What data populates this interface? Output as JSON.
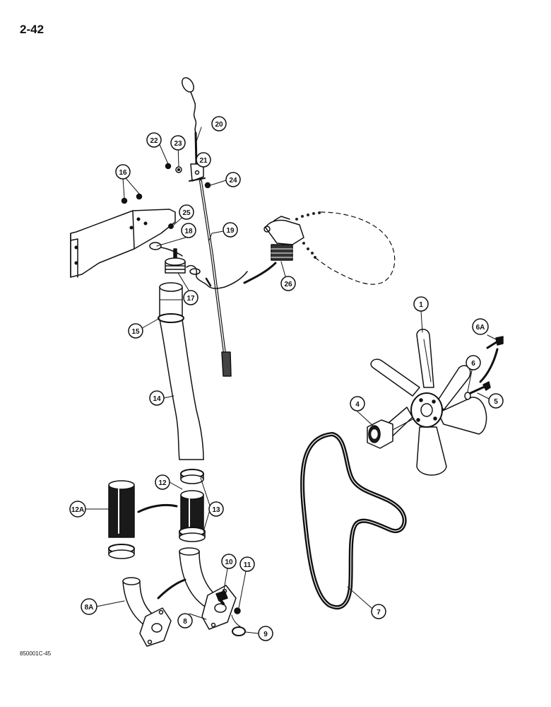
{
  "page": {
    "number": "2-42",
    "figure_code": "850001C-45"
  },
  "callouts": [
    "1",
    "4",
    "5",
    "6",
    "6A",
    "7",
    "8",
    "8A",
    "9",
    "10",
    "11",
    "12",
    "12A",
    "13",
    "14",
    "15",
    "16",
    "17",
    "18",
    "19",
    "20",
    "21",
    "22",
    "23",
    "24",
    "25",
    "26"
  ]
}
